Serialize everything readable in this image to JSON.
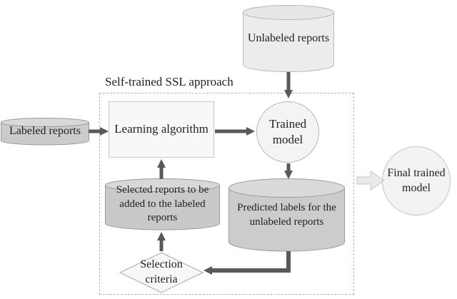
{
  "figure": {
    "title": "Self-trained SSL approach",
    "nodes": {
      "labeled_reports": {
        "label": "Labeled reports",
        "shape": "cylinder"
      },
      "unlabeled_reports": {
        "label": "Unlabeled reports",
        "shape": "cylinder"
      },
      "learning_algorithm": {
        "label": "Learning algorithm",
        "shape": "rectangle"
      },
      "trained_model": {
        "label": "Trained\nmodel",
        "shape": "circle"
      },
      "predicted_labels": {
        "label": "Predicted labels for the\nunlabeled reports",
        "shape": "cylinder"
      },
      "selected_reports": {
        "label": "Selected reports to be\nadded to the labeled\nreports",
        "shape": "cylinder"
      },
      "selection_criteria": {
        "label": "Selection\ncriteria",
        "shape": "diamond"
      },
      "final_trained_model": {
        "label": "Final trained\nmodel",
        "shape": "circle"
      }
    },
    "edges": [
      {
        "from": "labeled_reports",
        "to": "learning_algorithm"
      },
      {
        "from": "unlabeled_reports",
        "to": "trained_model"
      },
      {
        "from": "learning_algorithm",
        "to": "trained_model"
      },
      {
        "from": "trained_model",
        "to": "predicted_labels"
      },
      {
        "from": "predicted_labels",
        "to": "selection_criteria"
      },
      {
        "from": "selection_criteria",
        "to": "selected_reports"
      },
      {
        "from": "selected_reports",
        "to": "learning_algorithm"
      },
      {
        "from": "ssl_dashed_box",
        "to": "final_trained_model"
      }
    ],
    "colors": {
      "arrow": "#595959",
      "dashed_border": "#b5b5b5",
      "dark_cylinder_fill": "#cbcbcb",
      "dark_cylinder_lid": "#d9d9d9",
      "light_cylinder_fill": "#ececec",
      "light_node_fill": "#f4f4f4",
      "text": "#1f1f1f"
    }
  }
}
